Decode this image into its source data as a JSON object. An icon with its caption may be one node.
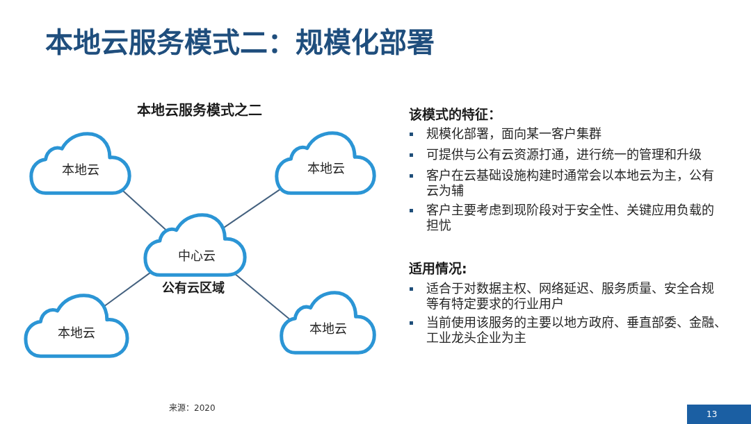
{
  "diagram": {
    "title": "本地云服务模式二：规模化部署",
    "nodes": [
      {
        "text": [
          "本地云"
        ]
      },
      {
        "text": [
          "本地云"
        ]
      },
      {
        "text": [
          "中心云"
        ],
        "beside": [
          "公有云区域"
        ]
      },
      {
        "text": [
          "本地云"
        ]
      },
      {
        "text": [
          "本地云"
        ]
      }
    ],
    "edges": [
      {
        "from": 2,
        "to": 0,
        "arrow": "none"
      },
      {
        "from": 2,
        "to": 1,
        "arrow": "none"
      },
      {
        "from": 2,
        "to": 3,
        "arrow": "none"
      },
      {
        "from": 2,
        "to": 4,
        "arrow": "none"
      }
    ],
    "labels": [
      "本地云服务模式之二",
      "该模式的特征：",
      "规模化部署，面向某一客户集群",
      "可提供与公有云资源打通，进行统一的管理和升级",
      "客户在云基础设施构建时通常会以本地云为主，公有云为辅",
      "客户主要考虑到现阶段对于安全性、关键应用负载的担忧",
      "适用情况:",
      "适合于对数据主权、网络延迟、服务质量、安全合规等有特定要求的行业用户",
      "当前使用该服务的主要以地方政府、垂直部委、金融、工业龙头企业为主",
      "来源：2020",
      "13"
    ]
  }
}
